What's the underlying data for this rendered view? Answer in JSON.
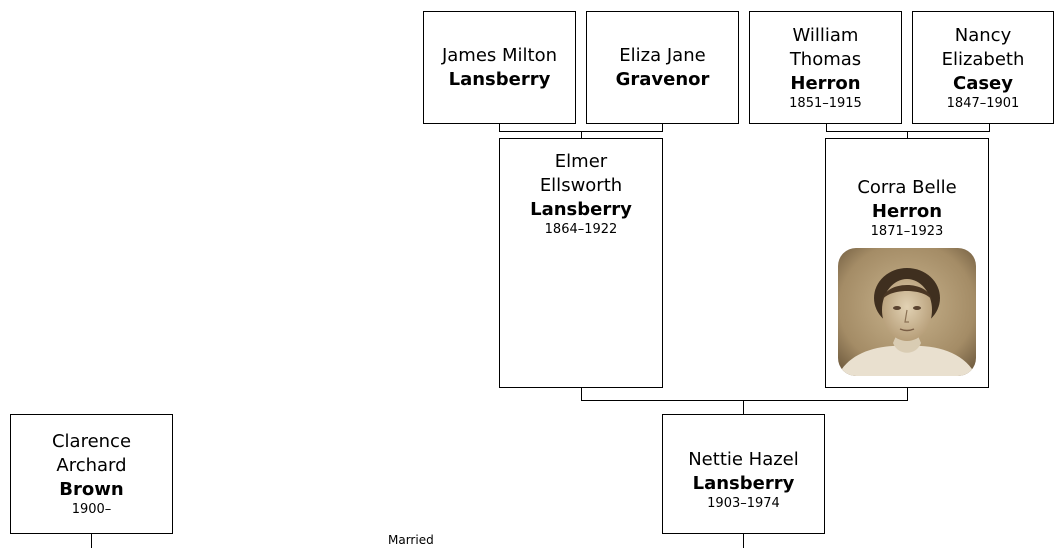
{
  "people": {
    "james": {
      "given": "James Milton",
      "surname": "Lansberry",
      "dates": ""
    },
    "eliza": {
      "given": "Eliza Jane",
      "surname": "Gravenor",
      "dates": ""
    },
    "william": {
      "given": "William Thomas",
      "surname": "Herron",
      "dates": "1851–1915"
    },
    "nancy": {
      "given": "Nancy Elizabeth",
      "surname": "Casey",
      "dates": "1847–1901"
    },
    "elmer": {
      "given": "Elmer Ellsworth",
      "surname": "Lansberry",
      "dates": "1864–1922"
    },
    "corra": {
      "given": "Corra Belle",
      "surname": "Herron",
      "dates": "1871–1923"
    },
    "clarence": {
      "given": "Clarence Archard",
      "surname": "Brown",
      "dates": "1900–"
    },
    "nettie": {
      "given": "Nettie Hazel",
      "surname": "Lansberry",
      "dates": "1903–1974"
    }
  },
  "relation_label": "Married",
  "colors": {
    "border": "#000000",
    "background": "#ffffff"
  },
  "icons": {
    "portrait": "portrait-photo"
  }
}
